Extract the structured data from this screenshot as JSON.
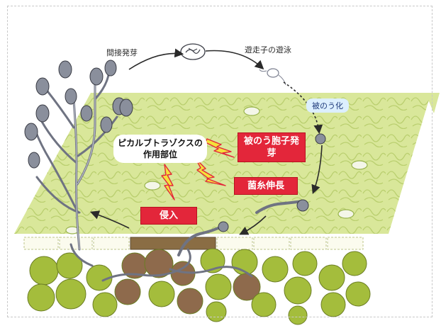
{
  "labels": {
    "indirect_germination": "間接発芽",
    "zoospore_swimming": "遊走子の遊泳",
    "encystment": "被のう化",
    "action_site": "ピカルブトラゾクスの作用部位",
    "cyst_germination": "被のう胞子発芽",
    "hyphal_elongation": "菌糸伸長",
    "penetration": "侵入"
  },
  "colors": {
    "leaf": "#d9e79a",
    "leaf_pattern": "#a9c25c",
    "cell": "#a4bd3c",
    "infected_cell": "#8e6a4c",
    "red_box": "#e3263a",
    "lightning": "#f4e03a",
    "spore": "#8a8f9c",
    "arrow": "#2a2a2a"
  }
}
